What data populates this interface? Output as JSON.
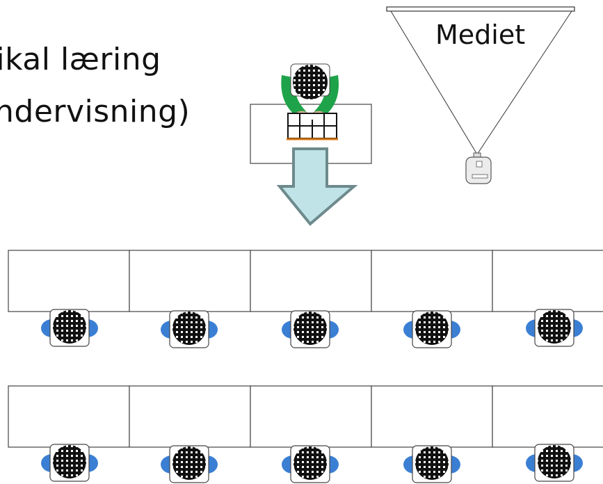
{
  "slide": {
    "title_line_1": "rtikal læring",
    "title_line_2": "ndervisning)"
  },
  "media": {
    "label": "Mediet"
  },
  "colors": {
    "arrow_fill": "#bfe3e6",
    "arrow_stroke": "#6e8a8d",
    "teacher_arms": "#1fa34a",
    "student_arms": "#3b7fd4",
    "hair_dark": "#111111",
    "desk_stroke": "#444444",
    "keyboard_accent": "#d4730f"
  },
  "layout_semantics": {
    "teacher_count": 1,
    "student_rows": 2,
    "students_per_row": 5
  }
}
